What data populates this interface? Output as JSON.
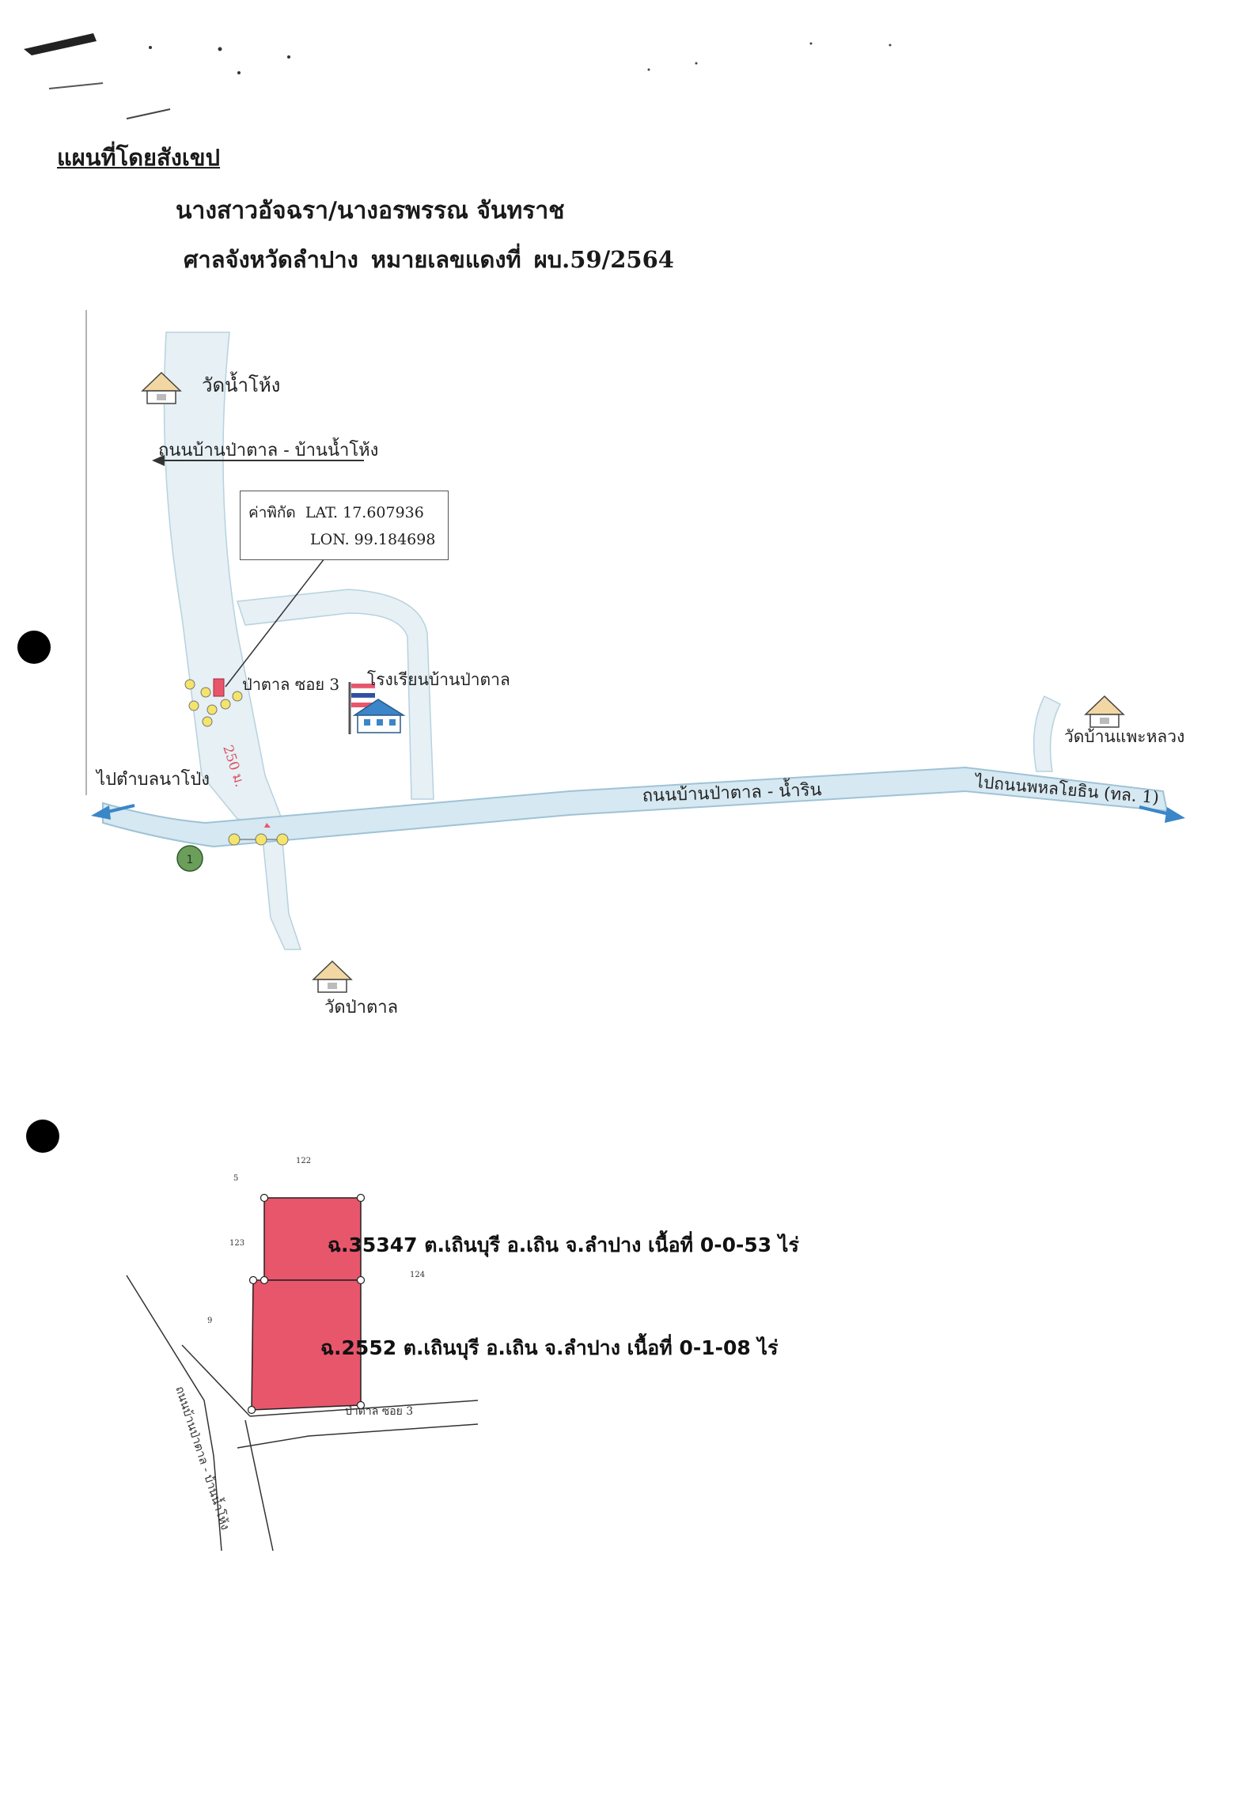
{
  "header": {
    "title": "แผนที่โดยสังเขป",
    "names": "นางสาวอัจฉรา/นางอรพรรณ จันทราช",
    "court_case": "ศาลจังหวัดลำปาง  หมายเลขแดงที่  ผบ.59/2564"
  },
  "map": {
    "temples": {
      "nam_hong": "วัดน้ำโห้ง",
      "pae_luang": "วัดบ้านแพะหลวง",
      "pa_tan": "วัดป่าตาล"
    },
    "roads": {
      "pa_tan_nam_hong": "ถนนบ้านป่าตาล - บ้านน้ำโห้ง",
      "pa_tan_nam_rin": "ถนนบ้านป่าตาล - น้ำริน",
      "to_na_pong": "ไปตำบลนาโป่ง",
      "to_phahonyothin": "ไปถนนพหลโยธิน (ทล. 1)",
      "soi": "ป่าตาล ซอย 3",
      "distance": "250 ม."
    },
    "school": "โรงเรียนบ้านป่าตาล",
    "coordinates": {
      "label": "ค่าพิกัด",
      "lat": "LAT.  17.607936",
      "lon": "LON.  99.184698"
    },
    "marker_number": "1",
    "colors": {
      "road": "#cde4ef",
      "road_edge": "#9ec3d6",
      "arrow": "#3a86c8",
      "parcel": "#e8566c"
    }
  },
  "plot": {
    "parcel_1": "ฉ.35347 ต.เถินบุรี อ.เถิน จ.ลำปาง เนื้อที่ 0-0-53 ไร่",
    "parcel_2": "ฉ.2552 ต.เถินบุรี อ.เถิน จ.ลำปาง เนื้อที่ 0-1-08 ไร่",
    "soi_label": "ป่าตาล ซอย 3",
    "road_label": "ถนนบ้านป่าตาล - บ้านน้ำโห้ง",
    "neighbors": [
      "122",
      "123",
      "124",
      "5",
      "9"
    ]
  }
}
